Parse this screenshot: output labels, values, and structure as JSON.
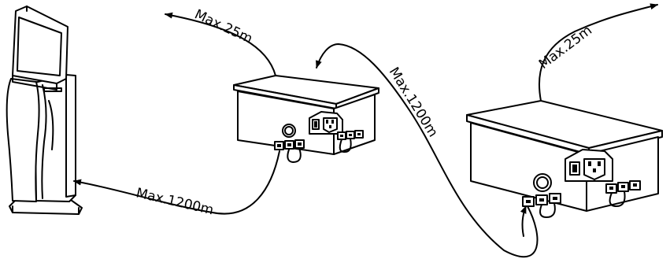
{
  "labels": {
    "left_top_distance": "Max.25m",
    "left_bottom_distance": "Max.1200m",
    "middle_distance": "Max.1200m",
    "right_top_distance": "Max.25m"
  }
}
